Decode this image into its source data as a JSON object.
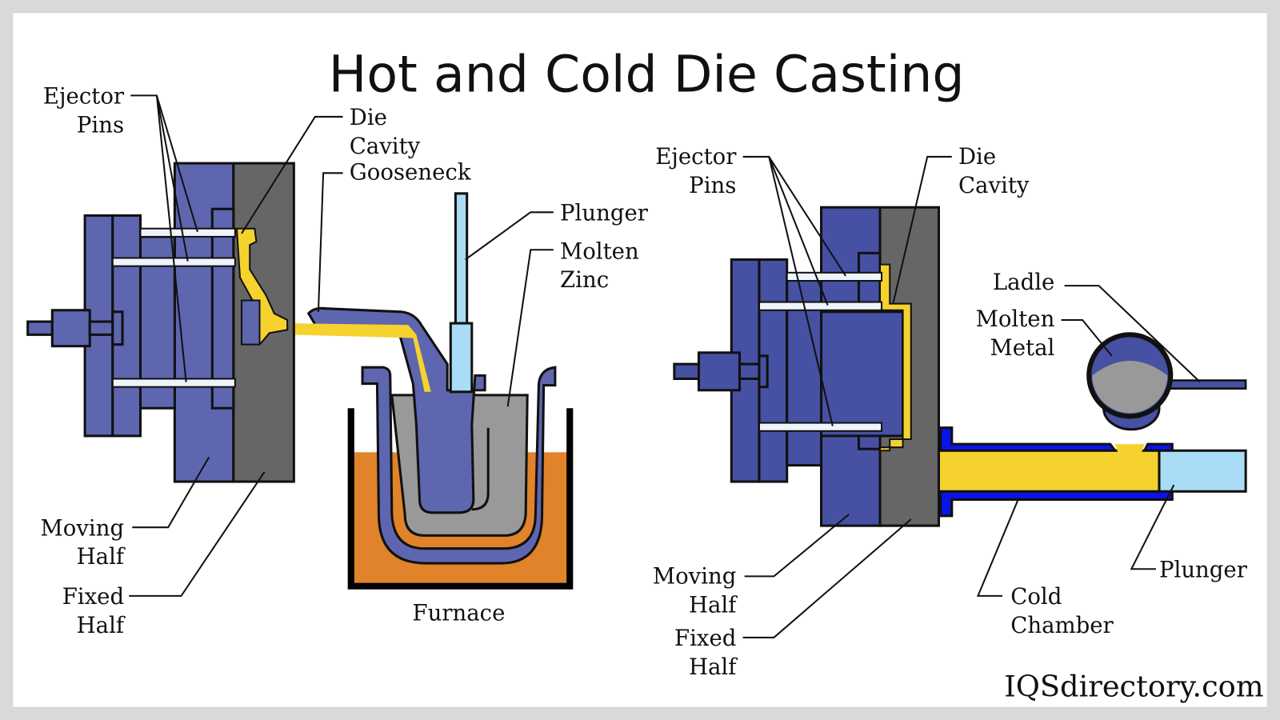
{
  "title": "Hot and Cold Die Casting",
  "logo": "IQSdirectory.com",
  "colors": {
    "moving_half_hot": "#5e66b0",
    "moving_half_cold": "#4651a3",
    "fixed_half": "#666666",
    "molten_metal": "#f5d22e",
    "plunger": "#aadcf5",
    "molten_zinc": "#999999",
    "furnace_fire": "#e0832a",
    "cold_chamber": "#0a14e6",
    "background": "#ffffff",
    "frame": "#d9d9d9"
  },
  "hot_chamber": {
    "labels": {
      "ejector_pins": [
        "Ejector",
        "Pins"
      ],
      "die_cavity": [
        "Die",
        "Cavity"
      ],
      "gooseneck": "Gooseneck",
      "plunger": "Plunger",
      "molten_zinc": [
        "Molten",
        "Zinc"
      ],
      "moving_half": [
        "Moving",
        "Half"
      ],
      "fixed_half": [
        "Fixed",
        "Half"
      ],
      "furnace": "Furnace"
    }
  },
  "cold_chamber": {
    "labels": {
      "ejector_pins": [
        "Ejector",
        "Pins"
      ],
      "die_cavity": [
        "Die",
        "Cavity"
      ],
      "ladle": "Ladle",
      "molten_metal": [
        "Molten",
        "Metal"
      ],
      "moving_half": [
        "Moving",
        "Half"
      ],
      "fixed_half": [
        "Fixed",
        "Half"
      ],
      "cold_chamber": [
        "Cold",
        "Chamber"
      ],
      "plunger": "Plunger"
    }
  }
}
